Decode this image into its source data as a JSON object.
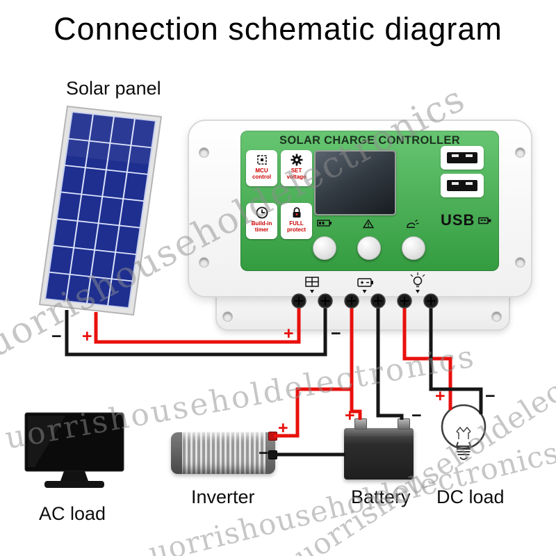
{
  "title": "Connection schematic diagram",
  "watermark": {
    "text": "uorrishouseholdelectronics"
  },
  "solar_panel": {
    "label": "Solar panel"
  },
  "controller": {
    "header": "SOLAR CHARGE CONTROLLER",
    "features": [
      {
        "label": "MCU control"
      },
      {
        "label": "SET voltage"
      },
      {
        "label": "Build-in timer"
      },
      {
        "label": "FULL protect"
      }
    ],
    "usb_label": "USB"
  },
  "devices": {
    "ac_load": "AC load",
    "inverter": "Inverter",
    "battery": "Battery",
    "dc_load": "DC load"
  },
  "polarity": {
    "plus": "+",
    "minus": "−"
  },
  "colors": {
    "controller_green": "#3cb54a",
    "wire_red": "#e8100c",
    "wire_black": "#161616",
    "panel_blue": "#1e2f8f",
    "label_red": "#cc0000",
    "watermark_gray": "#8f8f8f"
  }
}
